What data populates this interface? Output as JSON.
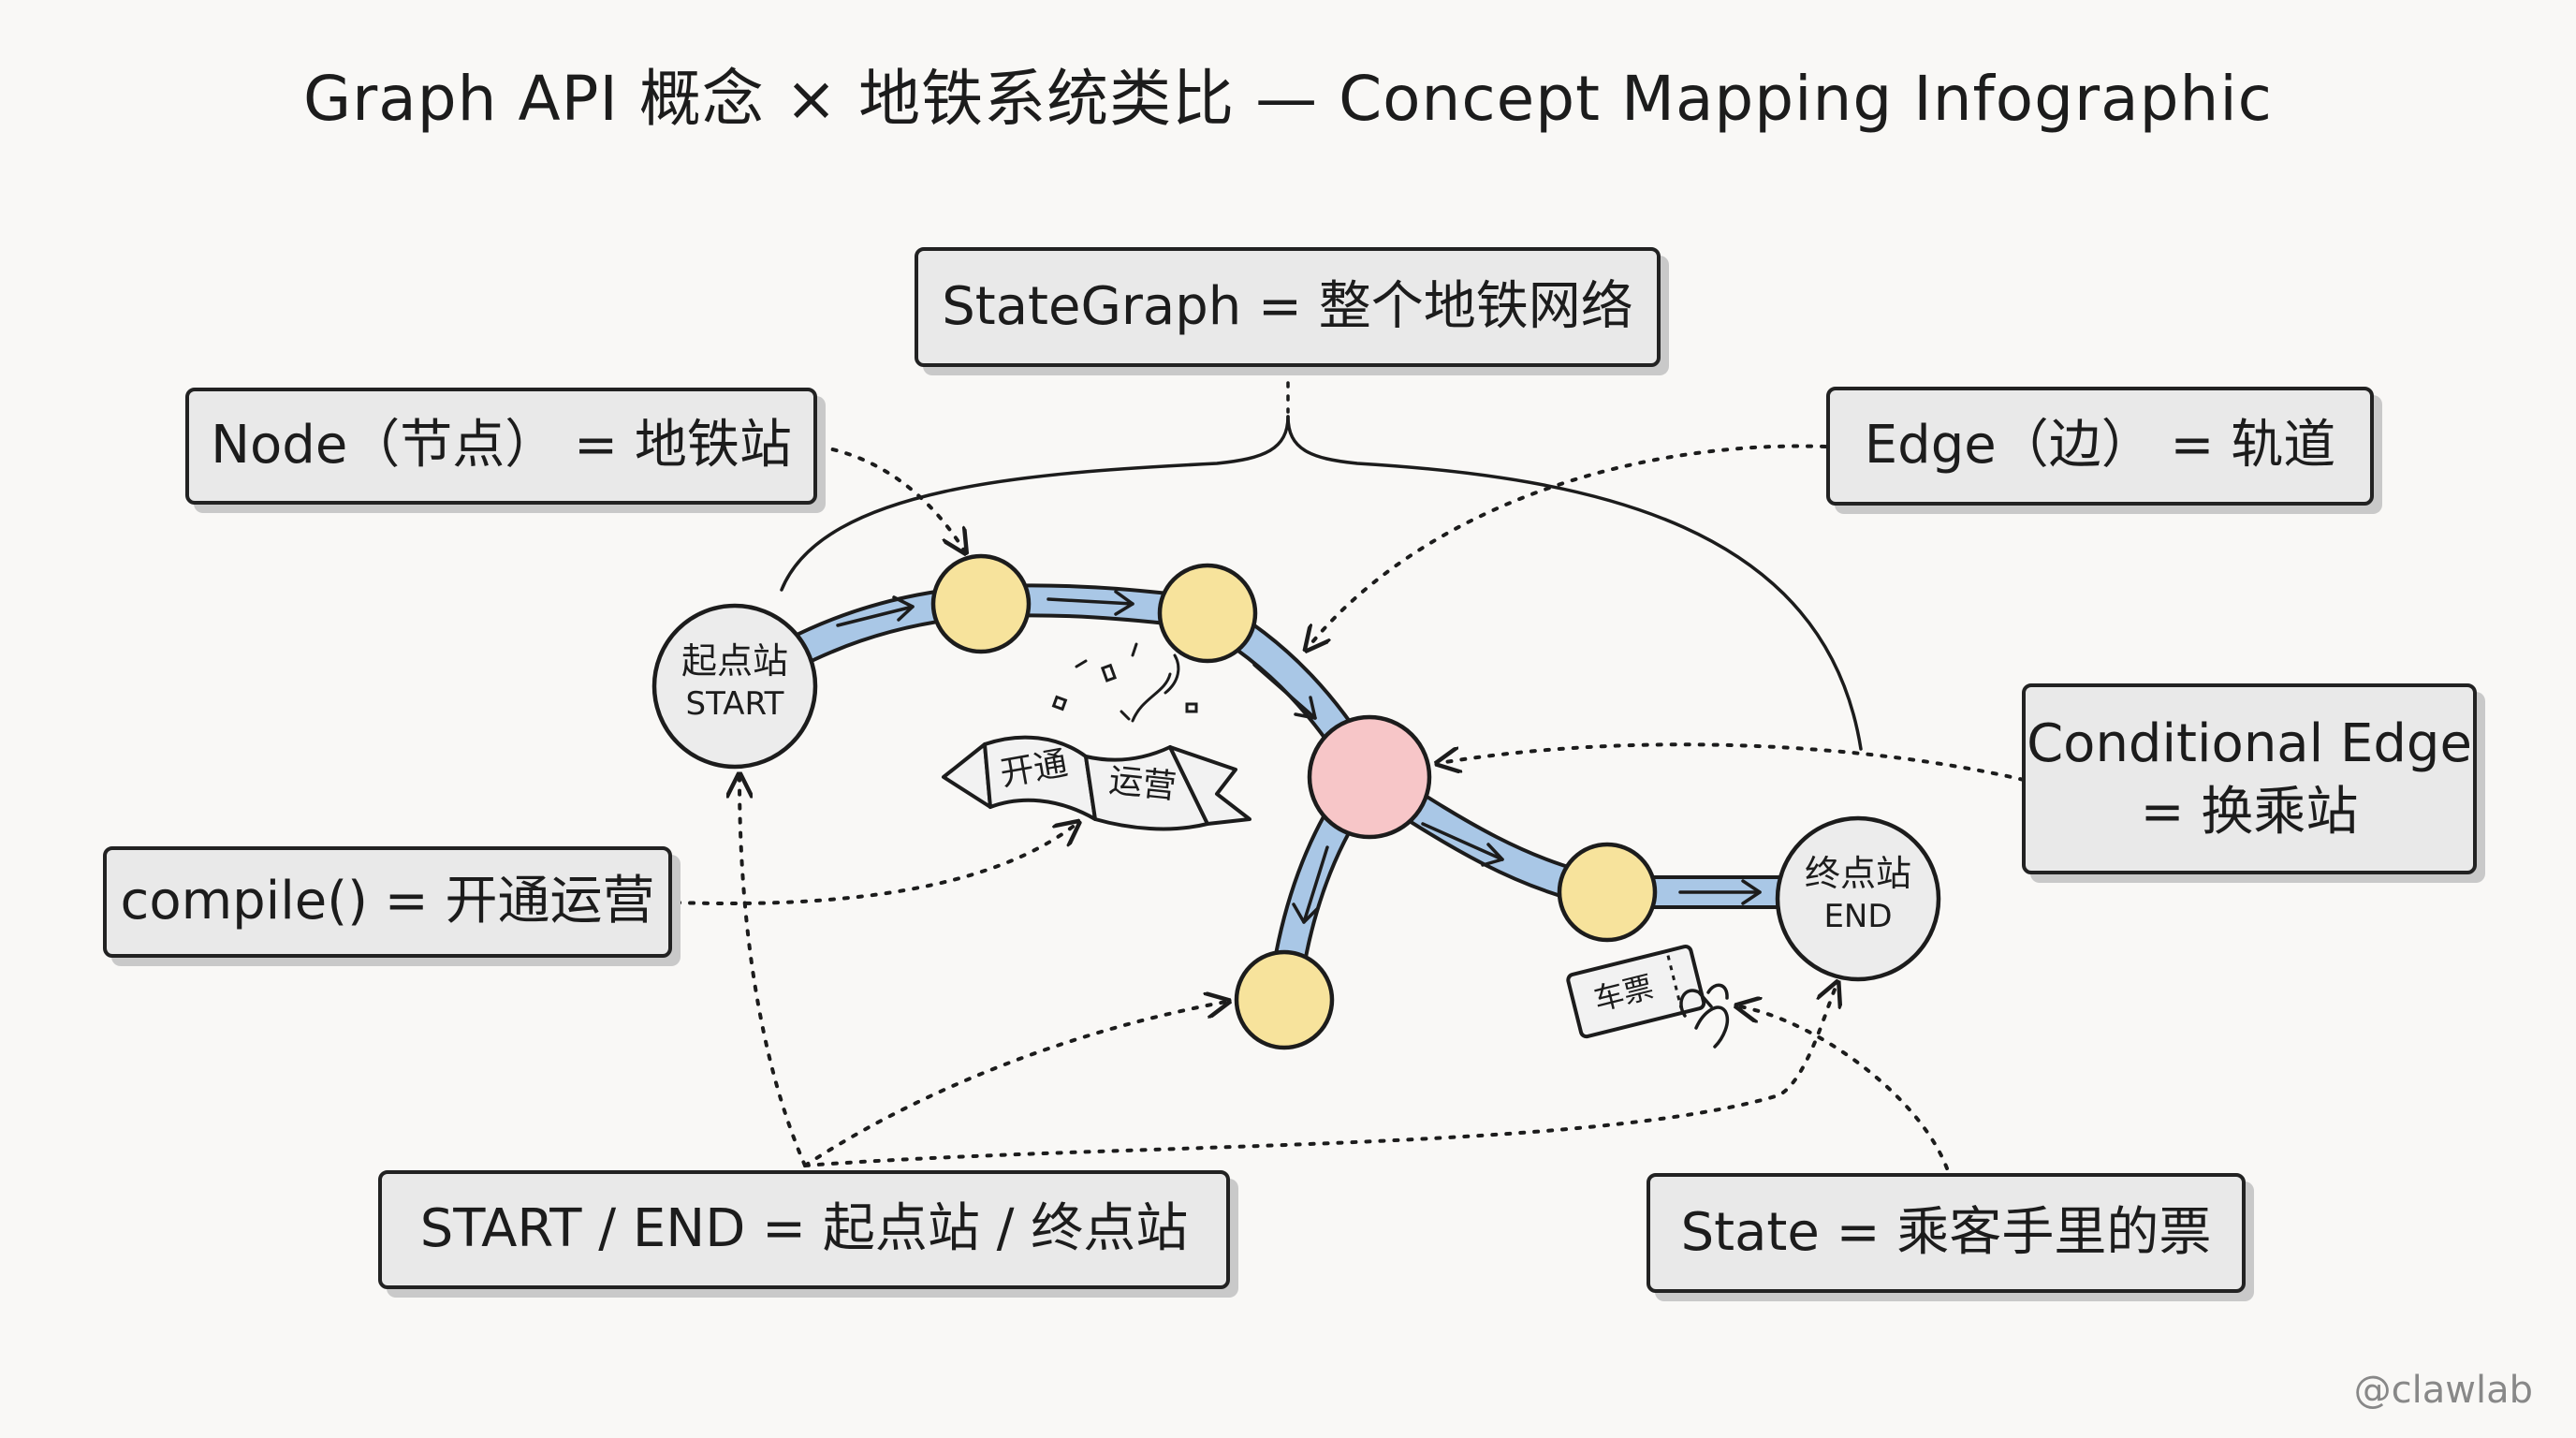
{
  "title": "Graph API 概念 × 地铁系统类比 — Concept Mapping Infographic",
  "boxes": {
    "stategraph": "StateGraph = 整个地铁网络",
    "node": "Node（节点） = 地铁站",
    "edge": "Edge（边） = 轨道",
    "conditional_line1": "Conditional Edge",
    "conditional_line2": "= 换乘站",
    "compile": "compile() = 开通运营",
    "start_end": "START / END = 起点站 / 终点站",
    "state": "State = 乘客手里的票"
  },
  "stations": {
    "start_zh": "起点站",
    "start_en": "START",
    "end_zh": "终点站",
    "end_en": "END"
  },
  "banner": {
    "left": "开通",
    "right": "运营"
  },
  "ticket": "车票",
  "watermark": "@clawlab",
  "colors": {
    "track_fill": "#a9c7e6",
    "node_yellow": "#f7e39c",
    "node_pink": "#f7c6c8",
    "station_gray": "#ececec",
    "box_fill": "#e9e9e9",
    "ink": "#1c1c1c"
  },
  "icons": [
    "arrow-icon",
    "confetti-icon",
    "ticket-icon",
    "hand-icon"
  ]
}
